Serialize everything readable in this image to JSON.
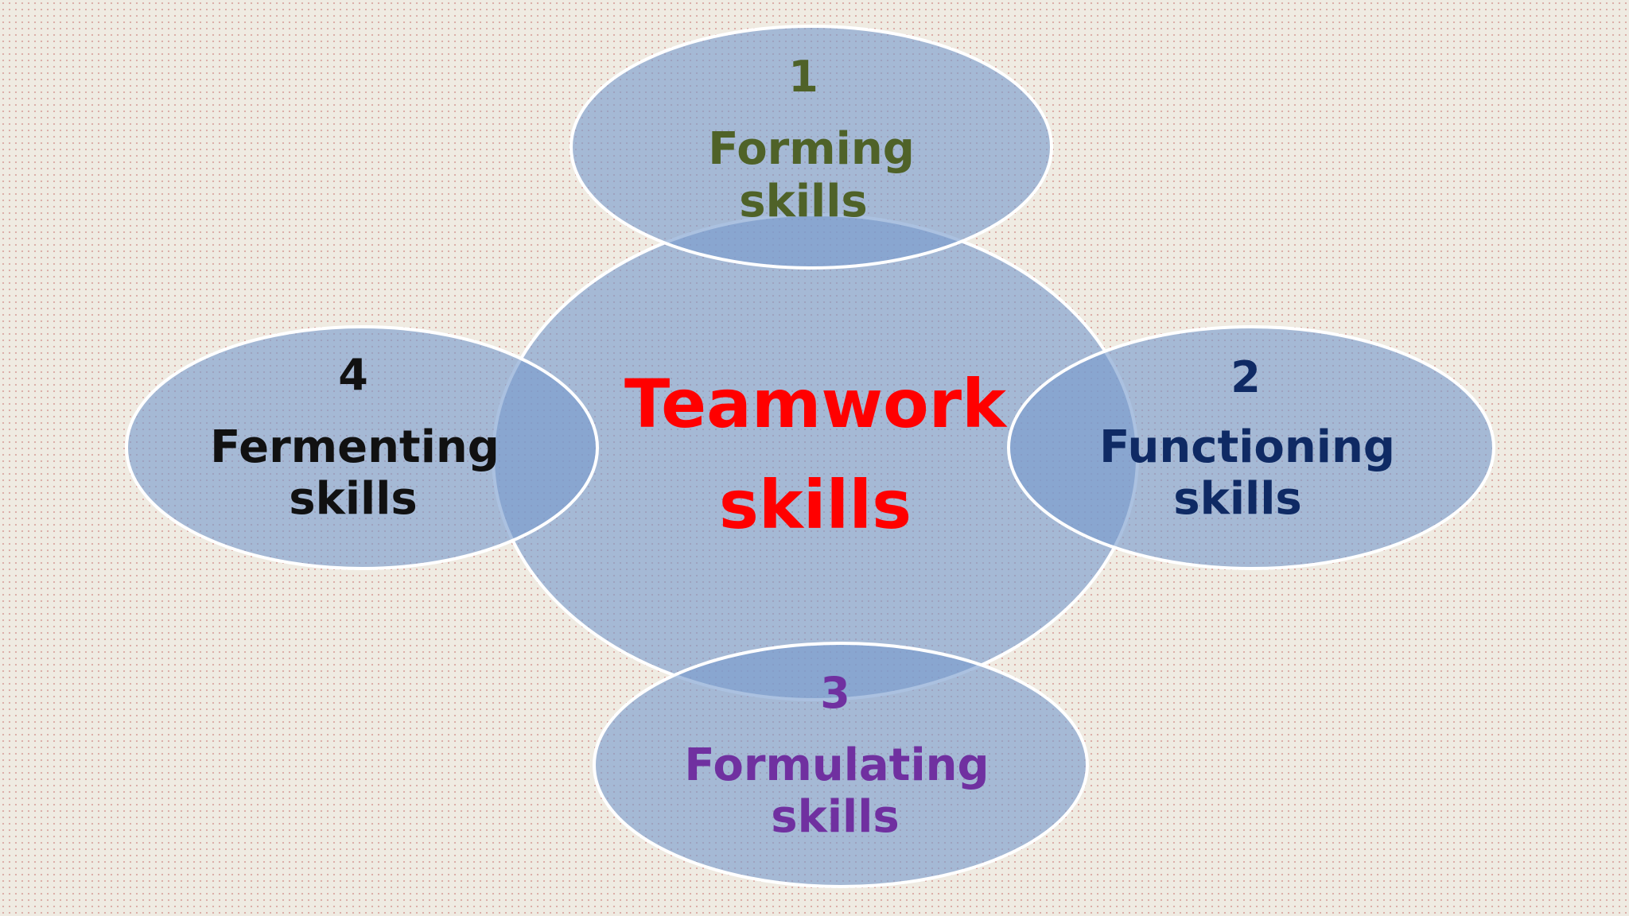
{
  "center": {
    "line1": "Teamwork",
    "line2": "skills",
    "color": "#ff0000"
  },
  "petals": [
    {
      "number": "1",
      "line1": "Forming",
      "line2": "skills",
      "color": "#4f6228"
    },
    {
      "number": "2",
      "line1": "Functioning",
      "line2": "skills",
      "color": "#0f2a64"
    },
    {
      "number": "3",
      "line1": "Formulating",
      "line2": "skills",
      "color": "#7030a0"
    },
    {
      "number": "4",
      "line1": "Fermenting",
      "line2": "skills",
      "color": "#111111"
    }
  ]
}
